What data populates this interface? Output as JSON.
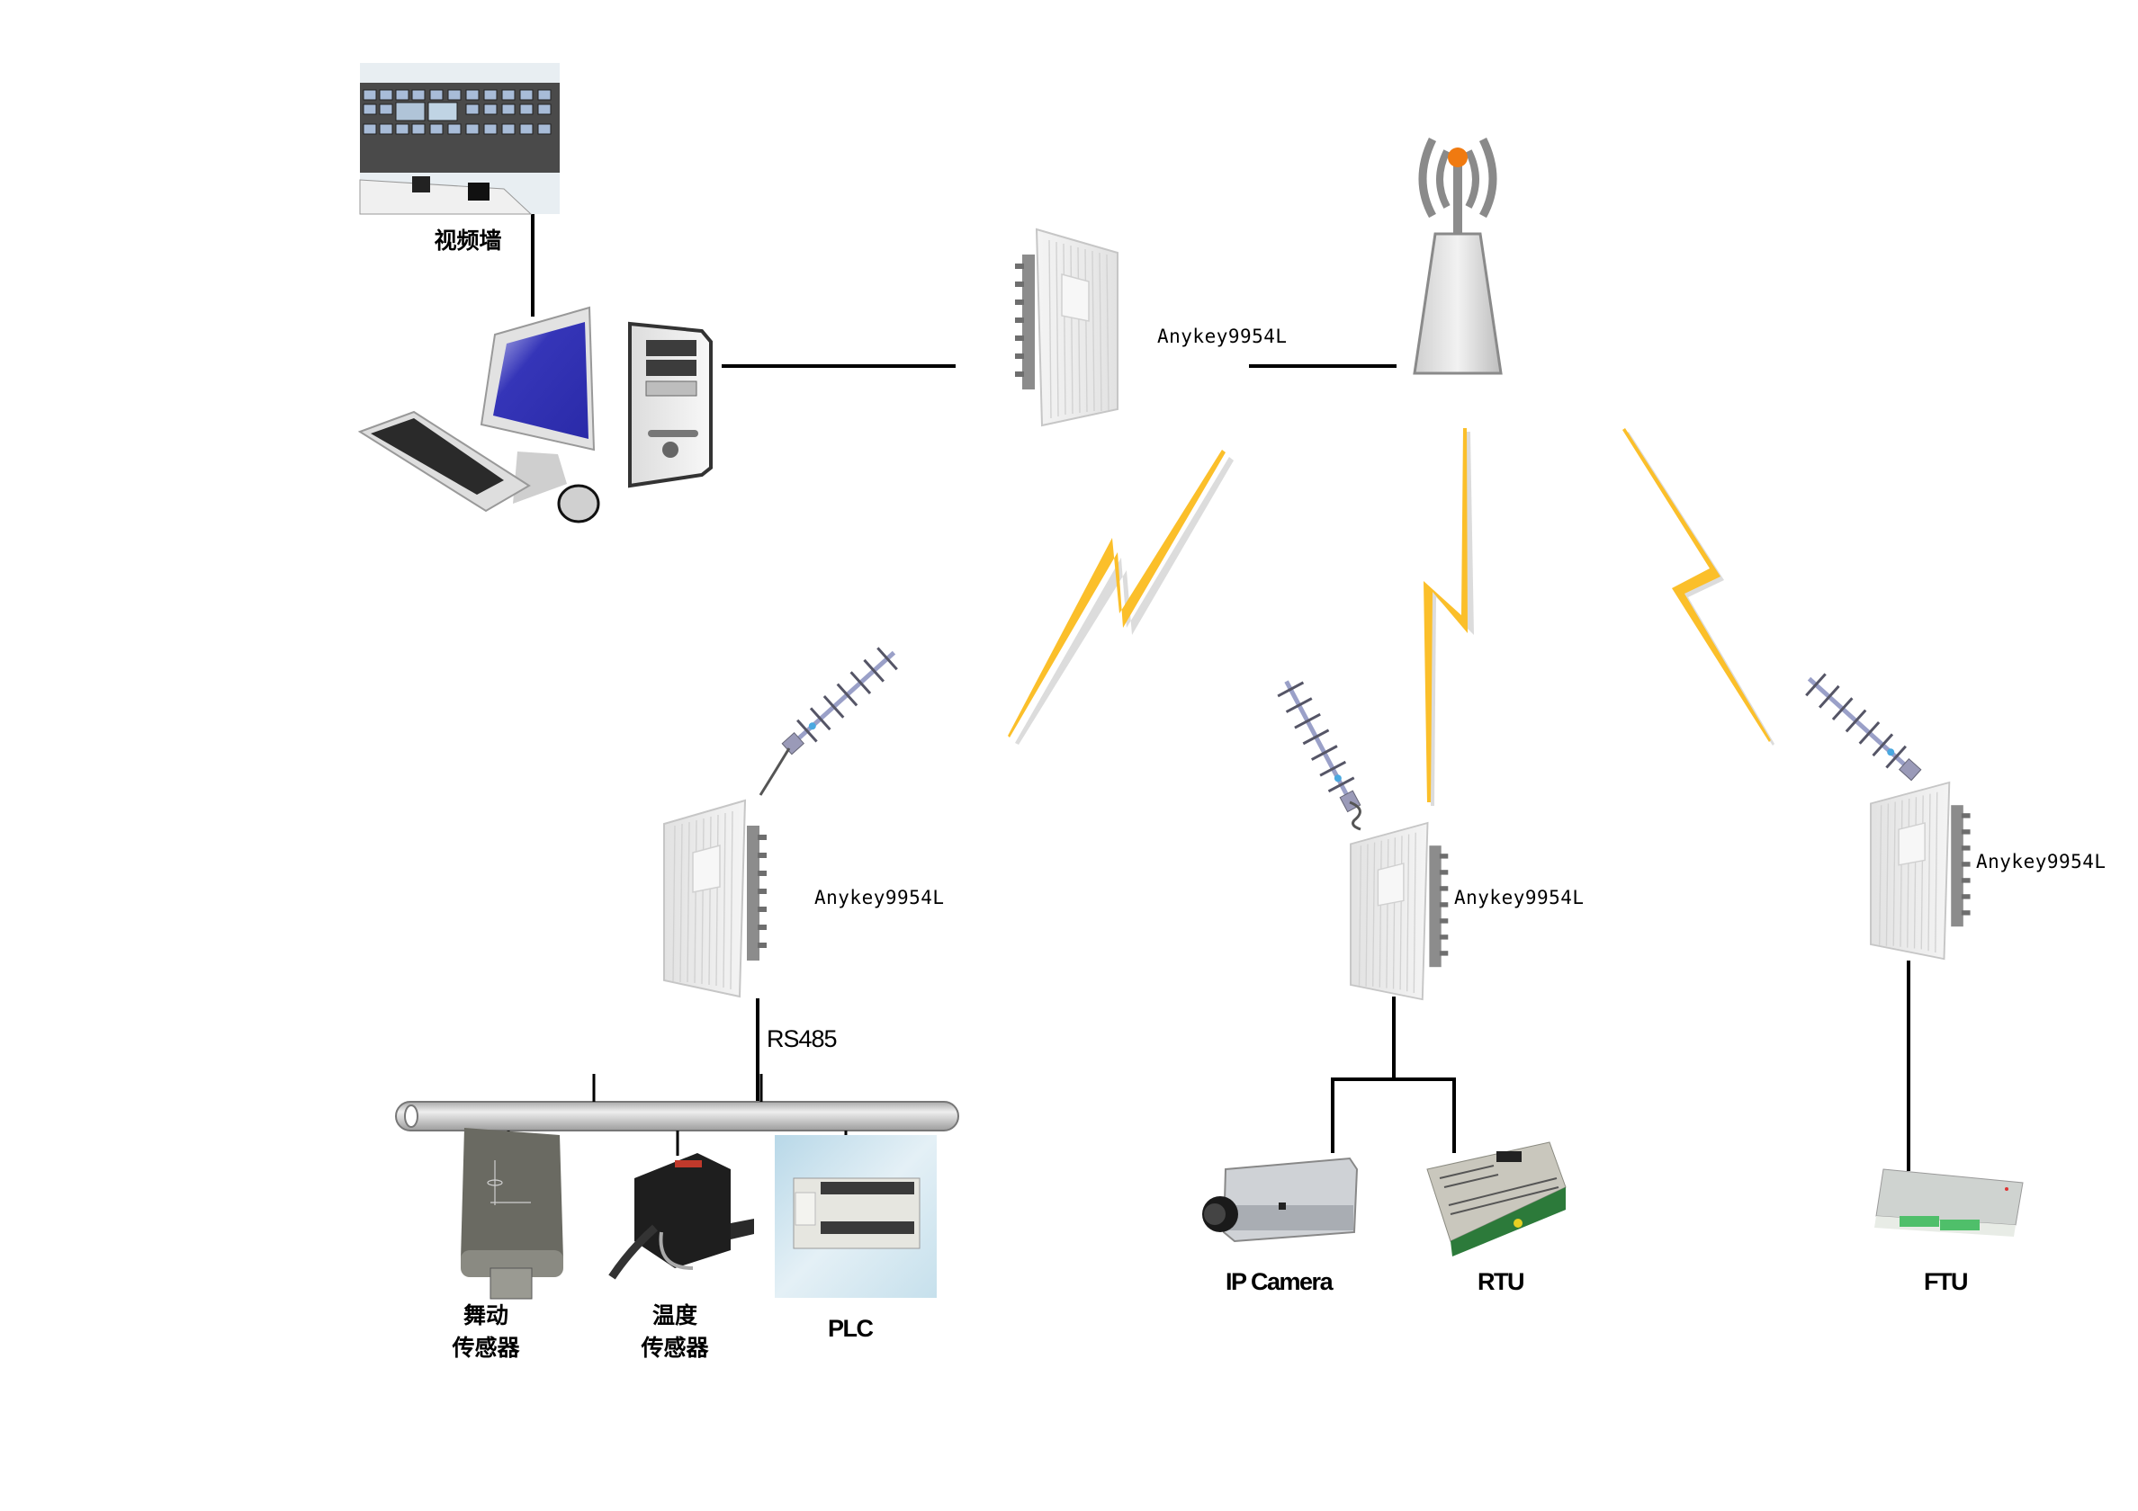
{
  "diagram": {
    "title": "Anykey9954L wireless network topology",
    "control_center": {
      "video_wall_label": "视频墙",
      "computer": "workstation"
    },
    "base_station": {
      "device_label": "Anykey9954L",
      "tower": "wireless-tower"
    },
    "remote_nodes": [
      {
        "device_label": "Anykey9954L",
        "bus_label": "RS485",
        "endpoints": [
          {
            "label_line1": "舞动",
            "label_line2": "传感器"
          },
          {
            "label_line1": "温度",
            "label_line2": "传感器"
          },
          {
            "label_line1": "PLC",
            "label_line2": ""
          }
        ]
      },
      {
        "device_label": "Anykey9954L",
        "endpoints": [
          {
            "label_line1": "IP Camera"
          },
          {
            "label_line1": "RTU"
          }
        ]
      },
      {
        "device_label": "Anykey9954L",
        "endpoints": [
          {
            "label_line1": "FTU"
          }
        ]
      }
    ],
    "colors": {
      "lightning": "#fbbf2a",
      "line": "#000000",
      "screen_blue": "#2e2eb0",
      "tower_orange": "#f07a10",
      "bus_gray": "#c8c8c8"
    }
  }
}
